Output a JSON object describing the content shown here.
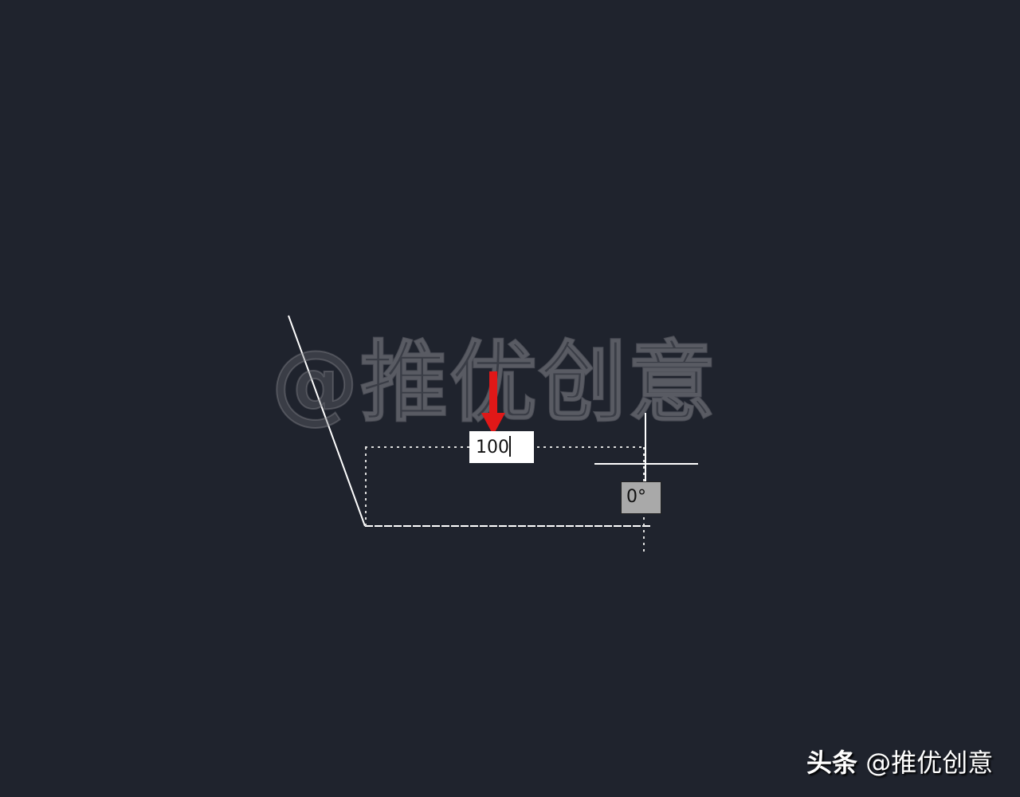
{
  "canvas": {
    "background": "#1f232d",
    "line_color": "#ffffff",
    "arrow_color": "#e01818"
  },
  "dynamic_input": {
    "value": "100"
  },
  "angle_tooltip": {
    "value": "0°"
  },
  "watermark": {
    "center_text": "@推优创意",
    "footer_brand": "头条",
    "footer_handle": "@推优创意"
  }
}
